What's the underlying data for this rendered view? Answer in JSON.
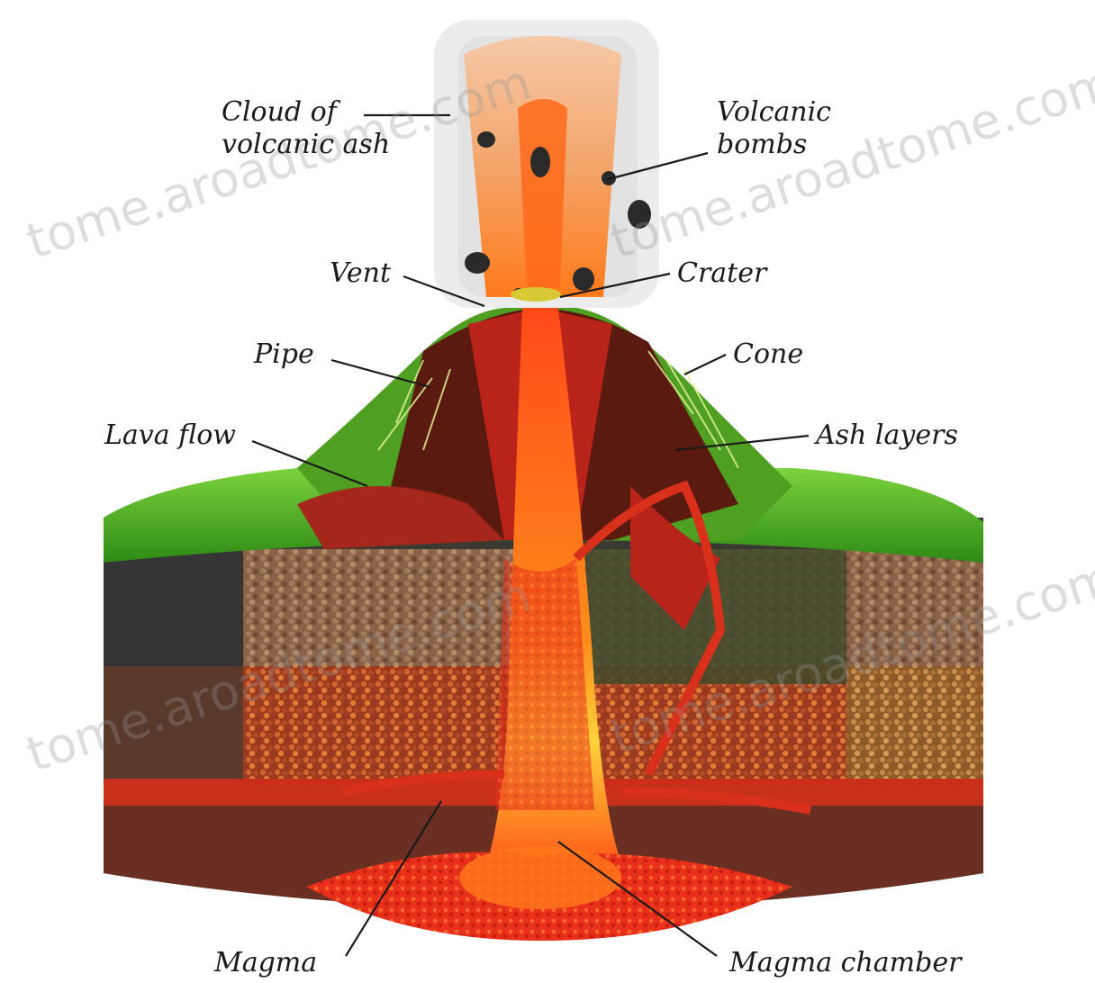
{
  "diagram": {
    "labels": {
      "cloud_of_ash": "Cloud of\nvolcanic ash",
      "volcanic_bombs": "Volcanic\nbombs",
      "vent": "Vent",
      "crater": "Crater",
      "pipe": "Pipe",
      "cone": "Cone",
      "lava_flow": "Lava flow",
      "ash_layers": "Ash layers",
      "magma": "Magma",
      "magma_chamber": "Magma chamber"
    },
    "watermark": "tome.aroadtome.com",
    "colors": {
      "grass": "#3f9a1f",
      "grass_light": "#6fcf3a",
      "lava": "#e8301b",
      "lava_bright": "#ff8a1a",
      "soil": "#8a6248",
      "soil_dark": "#4a2e22",
      "rock_dark": "#3a3a32"
    }
  }
}
